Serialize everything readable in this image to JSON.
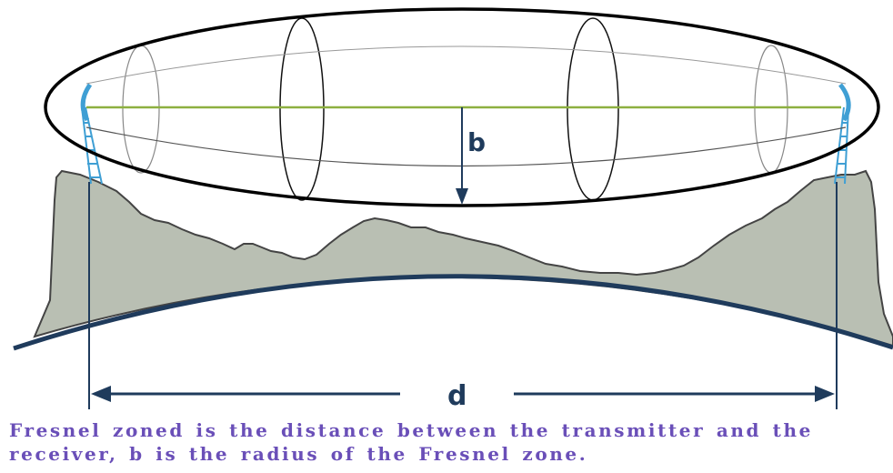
{
  "labels": {
    "radius": "b",
    "distance": "d"
  },
  "caption": {
    "line1": "Fresnel zoned is the distance between the transmitter and the",
    "line2": "receiver, b is the radius of the Fresnel zone."
  },
  "colors": {
    "terrain_fill": "#b9bfb3",
    "terrain_stroke": "#444444",
    "earth_curve": "#1f3b5c",
    "line_of_sight": "#8db040",
    "tower": "#3f9fd4",
    "arrow": "#1f3b5c",
    "ellipsoid": "#000000",
    "caption_text": "#6a4fb8"
  }
}
